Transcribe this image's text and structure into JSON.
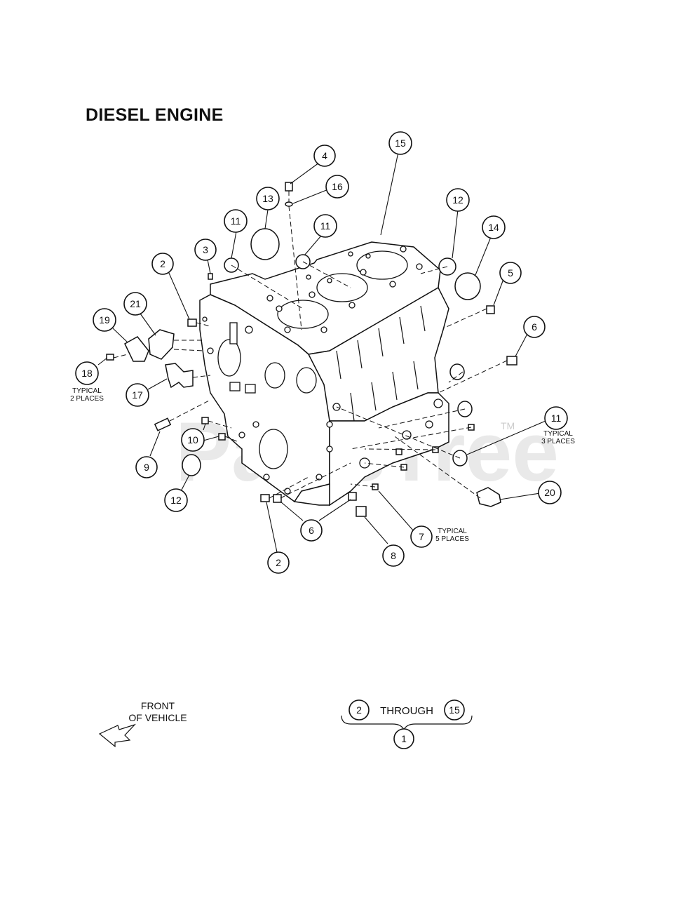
{
  "title": "DIESEL ENGINE",
  "watermark": "PartsTree",
  "watermark_tm": "TM",
  "callouts": [
    {
      "num": "2",
      "note": ""
    },
    {
      "num": "3",
      "note": ""
    },
    {
      "num": "4",
      "note": ""
    },
    {
      "num": "16",
      "note": ""
    },
    {
      "num": "13",
      "note": ""
    },
    {
      "num": "11",
      "note": ""
    },
    {
      "num": "11",
      "note": ""
    },
    {
      "num": "15",
      "note": ""
    },
    {
      "num": "12",
      "note": ""
    },
    {
      "num": "14",
      "note": ""
    },
    {
      "num": "5",
      "note": ""
    },
    {
      "num": "6",
      "note": ""
    },
    {
      "num": "21",
      "note": ""
    },
    {
      "num": "19",
      "note": ""
    },
    {
      "num": "18",
      "note": "TYPICAL\n2 PLACES"
    },
    {
      "num": "17",
      "note": ""
    },
    {
      "num": "9",
      "note": ""
    },
    {
      "num": "10",
      "note": ""
    },
    {
      "num": "12",
      "note": ""
    },
    {
      "num": "11",
      "note": "TYPICAL\n3 PLACES"
    },
    {
      "num": "20",
      "note": ""
    },
    {
      "num": "7",
      "note": "TYPICAL\n5 PLACES"
    },
    {
      "num": "6",
      "note": ""
    },
    {
      "num": "8",
      "note": ""
    },
    {
      "num": "2",
      "note": ""
    }
  ],
  "legend": {
    "front_line1": "FRONT",
    "front_line2": "OF VEHICLE",
    "range_start": "2",
    "through": "THROUGH",
    "range_end": "15",
    "assembly": "1"
  }
}
